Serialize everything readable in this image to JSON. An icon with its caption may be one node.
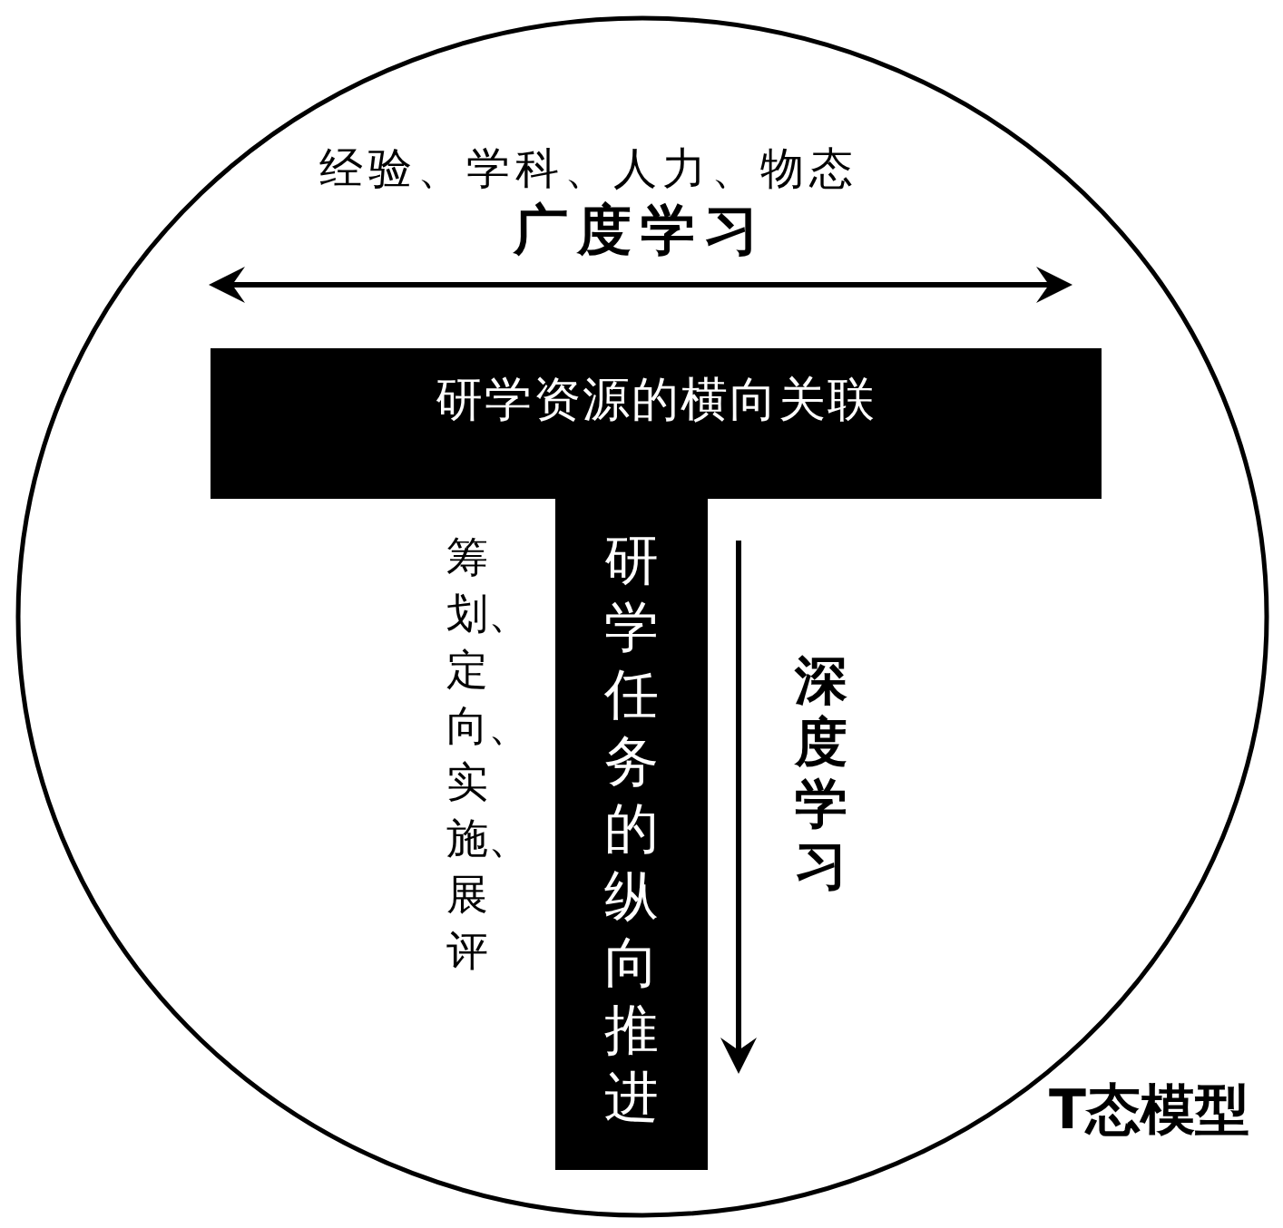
{
  "diagram": {
    "nodes": [
      {
        "text": [],
        "shape": "circle",
        "beside": [
          "T态模型"
        ]
      },
      {
        "text": [
          "研学资源的横向关联"
        ],
        "in": 0
      },
      {
        "text": [
          "研学任务的纵向推进"
        ],
        "in": 0
      }
    ],
    "labels": [
      "经验、学科、人力、物态",
      "广度学习",
      "筹划、定向、实施、展评",
      "深度学习"
    ]
  }
}
